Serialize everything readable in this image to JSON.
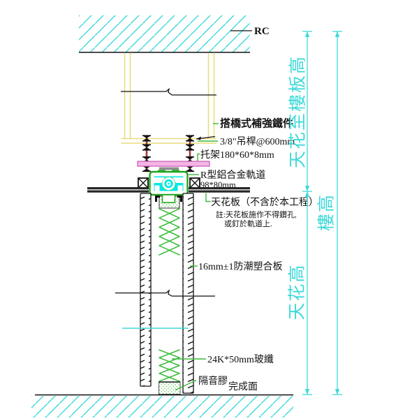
{
  "drawing": {
    "rc_label": "RC",
    "callouts": {
      "bridge": "搭橋式補強鐵件",
      "hanger_rod": "3/8\"吊桿@600mm",
      "bracket": "托架180*60*8mm",
      "rail_name": "R型鋁合金軌道",
      "rail_size": "98*80mm",
      "ceiling_panel": "天花板（不含於本工程）",
      "ceiling_note_1": "註:天花板施作不得鑽孔,",
      "ceiling_note_2": "或釘於軌道上.",
      "board": "16mm±1防潮塑合板",
      "glass_wool": "24K*50mm玻纖",
      "sound_seal": "隔音膠",
      "finish_surface": "完成面"
    },
    "dimensions": {
      "ceiling_to_slab": "天花至樓板高",
      "storey_height": "樓高",
      "ceiling_height": "天花高"
    },
    "colors": {
      "hatch_cyan": "#3FD9D9",
      "frame_yellow": "#E8DB7C",
      "rod_red": "#A03A3A",
      "bracket_pink": "#F5B5E5",
      "bracket_pink_edge": "#C75AB8",
      "track_green": "#1FA51F",
      "leader_green": "#3CB83C",
      "track_aqua": "#00E8E8",
      "line_black": "#111111"
    }
  }
}
